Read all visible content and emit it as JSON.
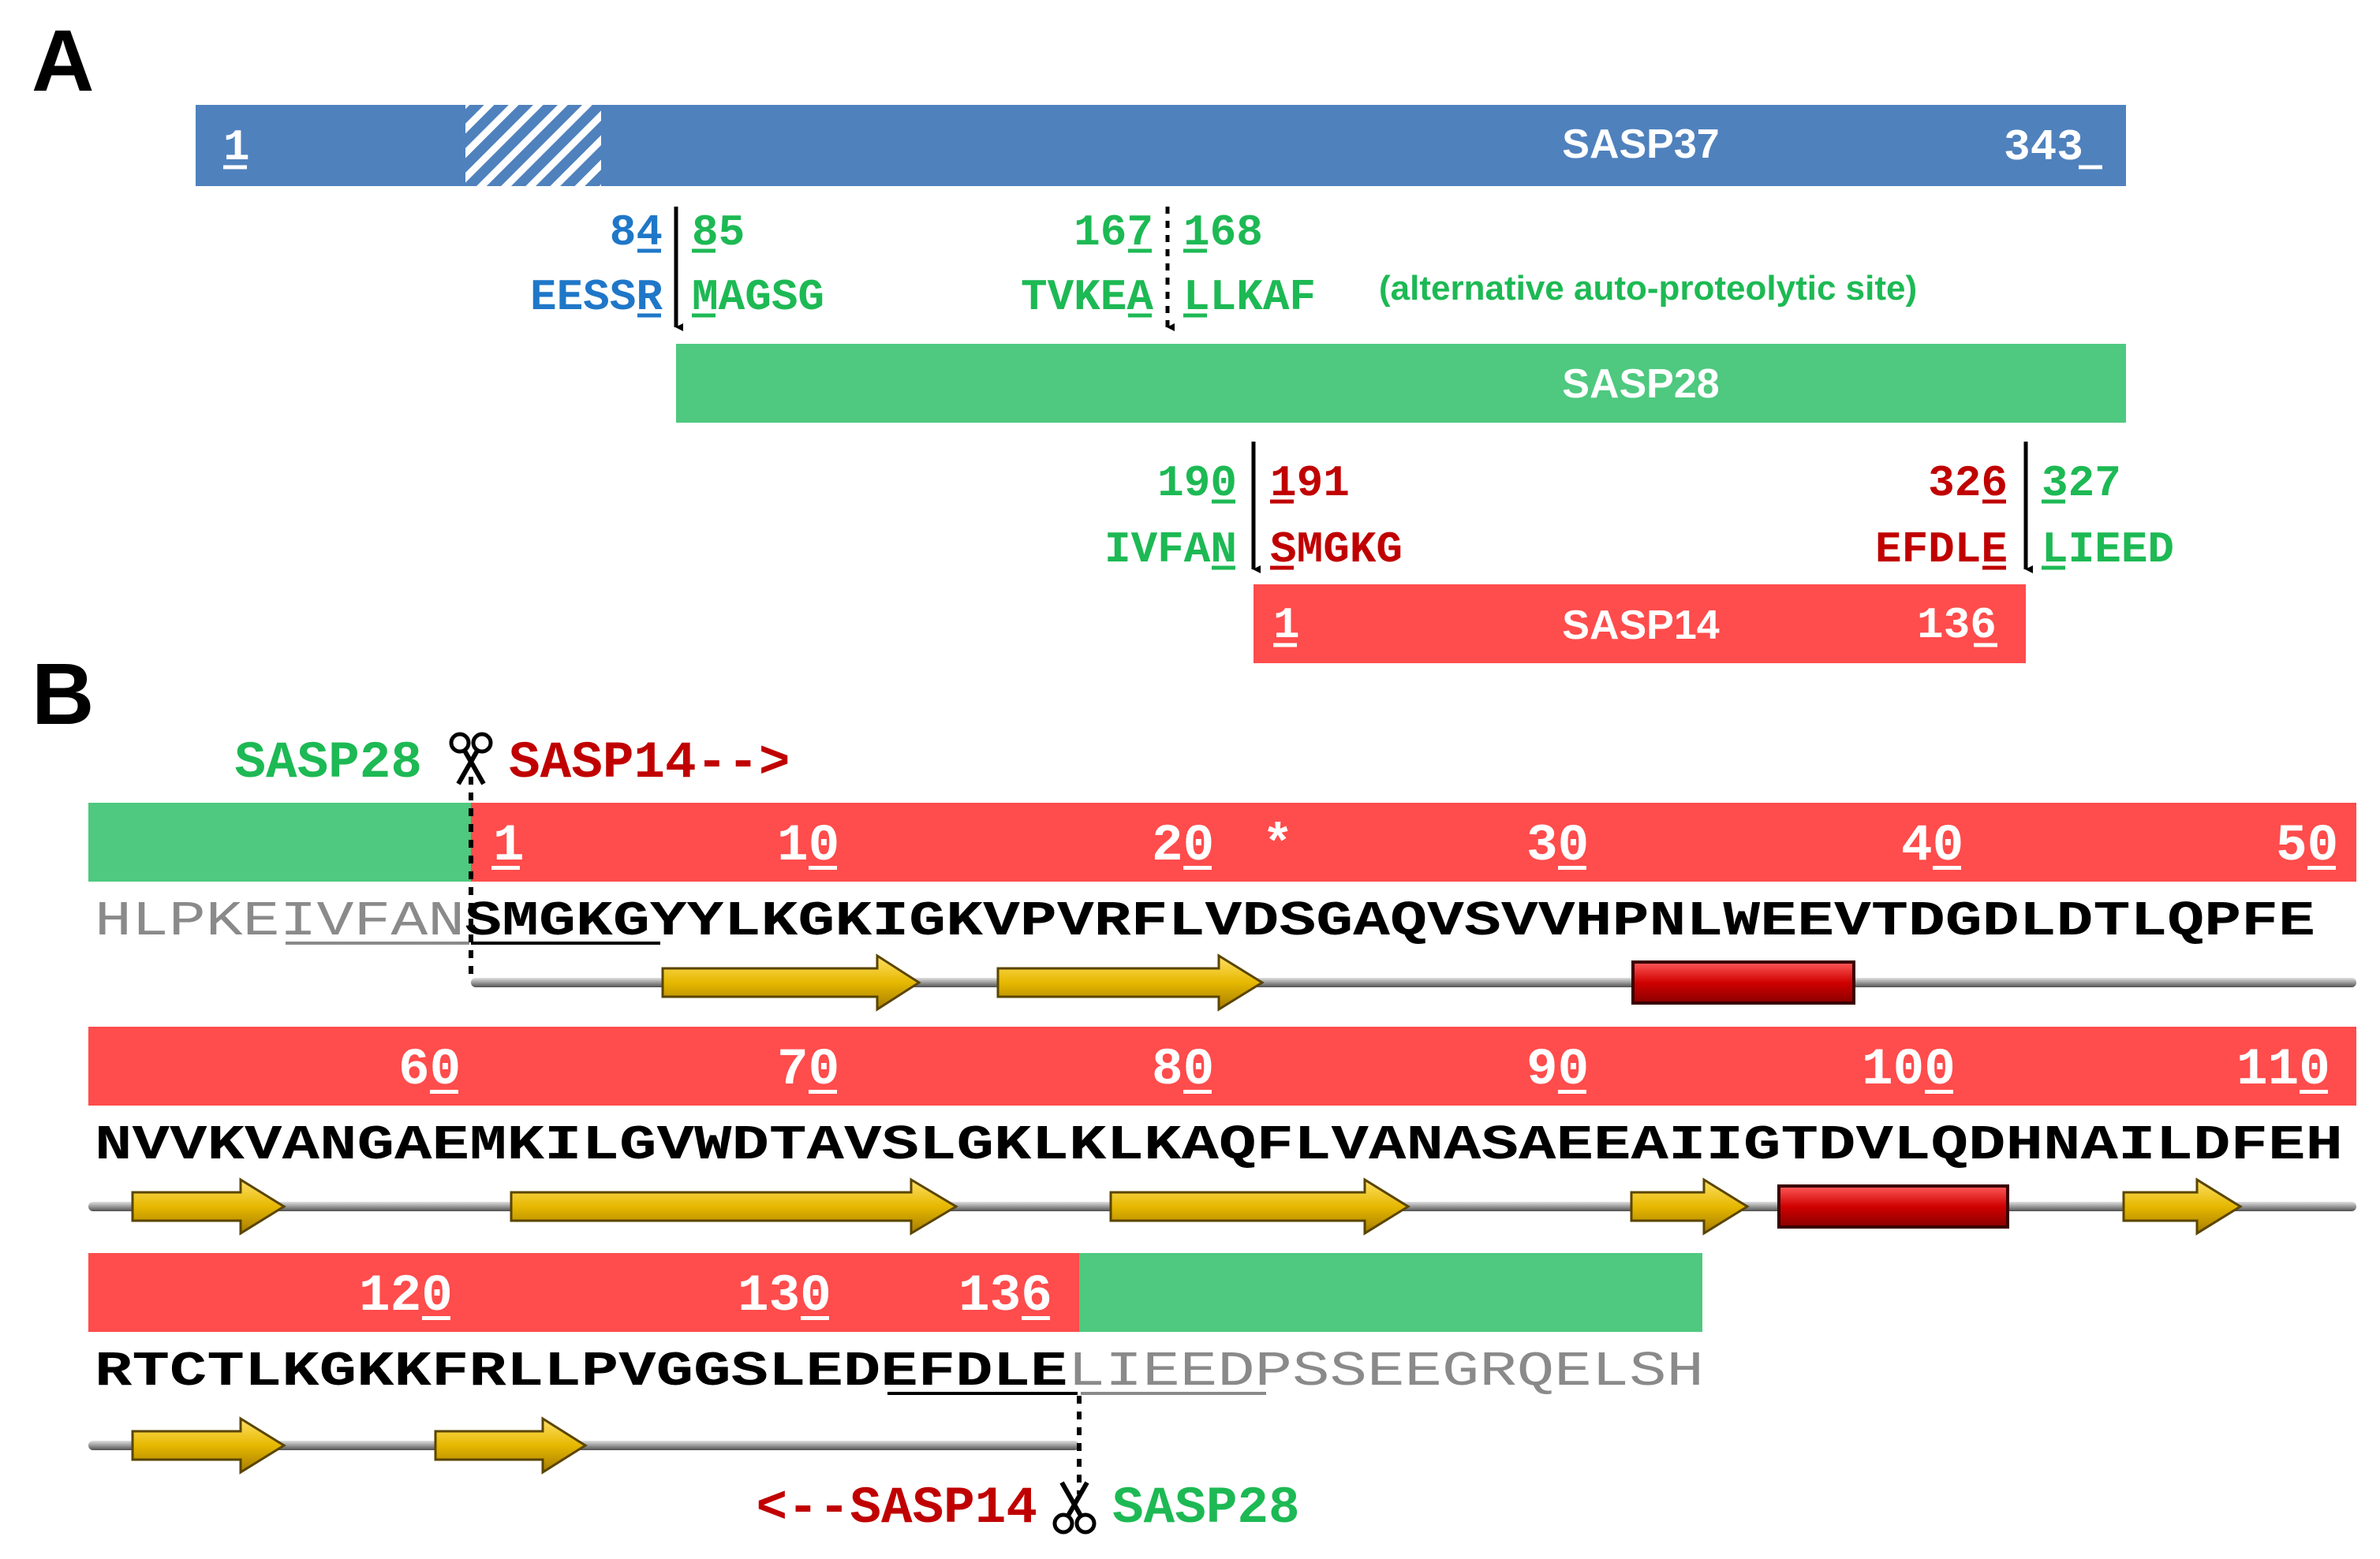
{
  "panels": {
    "a": "A",
    "b": "B"
  },
  "colors": {
    "sasp37": "#4f81bd",
    "sasp28": "#4ec97f",
    "sasp14": "#ff4c4c",
    "blue_text": "#1f77c8",
    "green_text": "#1db954",
    "red_text": "#c00000"
  },
  "panel_a": {
    "sasp37": {
      "name": "SASP37",
      "start": "1",
      "end": "343"
    },
    "sasp28": {
      "name": "SASP28"
    },
    "sasp14": {
      "name": "SASP14",
      "start": "1",
      "end": "136"
    },
    "site1": {
      "left_num": "84",
      "right_num": "85",
      "left_seq": "EESSR",
      "right_seq": "MAGSG"
    },
    "site2": {
      "left_num": "167",
      "right_num": "168",
      "left_seq": "TVKEA",
      "right_seq": "LLKAF",
      "note": "(alternative auto-proteolytic site)"
    },
    "site3": {
      "left_num": "190",
      "right_num": "191",
      "left_seq": "IVFAN",
      "right_seq": "SMGKG"
    },
    "site4": {
      "left_num": "326",
      "right_num": "327",
      "left_seq": "EFDLE",
      "right_seq": "LIEED"
    }
  },
  "panel_b": {
    "top_left_label": "SASP28",
    "top_right_label": "SASP14-->",
    "bottom_left_label": "<--SASP14",
    "bottom_right_label": "SASP28",
    "star": "*",
    "scissors_icon": "scissors-icon",
    "row1": {
      "numbers": [
        "1",
        "10",
        "20",
        "30",
        "40",
        "50"
      ],
      "seq_gray": "HLPKEIVFAN",
      "seq_black": "SMGKGYYLKGKIGKVPVRFLVDSGAQVSVVHPNLWEEVTDGDLDTLQPFE"
    },
    "row2": {
      "numbers": [
        "60",
        "70",
        "80",
        "90",
        "100",
        "110"
      ],
      "seq_black": "NVVKVANGAEMKILGVWDTAVSLGKLKLKAQFLVANASAEEAIIGTDVLQDHNAILDFEH"
    },
    "row3": {
      "numbers": [
        "120",
        "130",
        "136"
      ],
      "seq_black": "RTCTLKGKKFRLLPVGGSLEDEFDLE",
      "seq_gray": "LIEEDPSSEEGRQELSH"
    }
  }
}
